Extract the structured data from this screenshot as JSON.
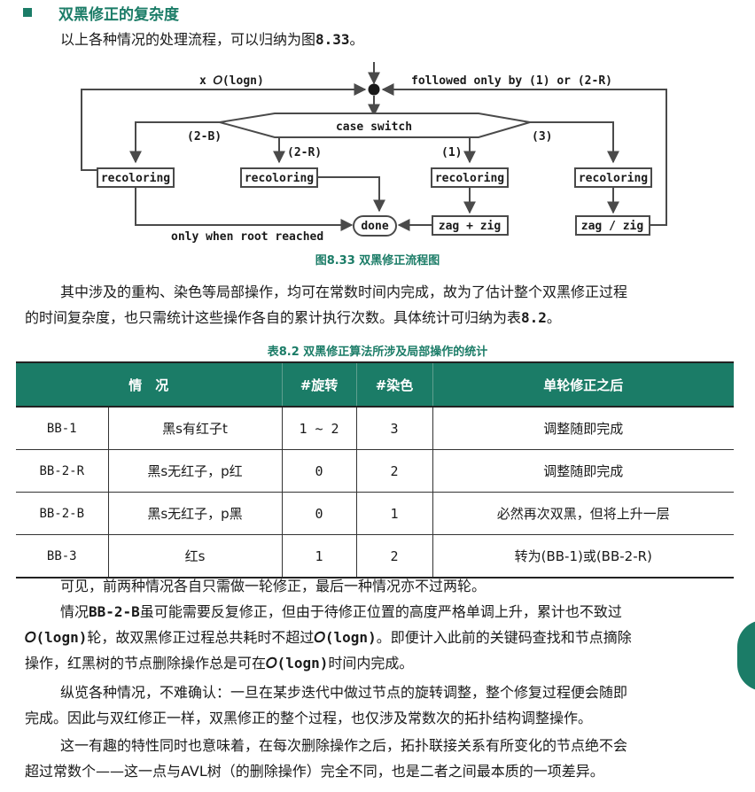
{
  "section": {
    "title": "双黑修正的复杂度"
  },
  "intro": "以上各种情况的处理流程，可以归纳为图",
  "intro_ref": "8.33",
  "intro_end": "。",
  "flowchart": {
    "loop_label": "x 𝑂(logn)",
    "followed_label": "followed only by (1) or (2-R)",
    "switch_label": "case switch",
    "branch_2b": "(2-B)",
    "branch_2r": "(2-R)",
    "branch_1": "(1)",
    "branch_3": "(3)",
    "recolor1": "recoloring",
    "recolor2": "recoloring",
    "recolor3": "recoloring",
    "recolor4": "recoloring",
    "done": "done",
    "zagzig1": "zag + zig",
    "zagzig2": "zag / zig",
    "root_label": "only when root reached"
  },
  "figure_caption": "图8.33 双黑修正流程图",
  "para1_line1": "其中涉及的重构、染色等局部操作，均可在常数时间内完成，故为了估计整个双黑修正过程",
  "para1_line2_pre": "的时间复杂度，也只需统计这些操作各自的累计执行次数。具体统计可归纳为表",
  "para1_ref": "8.2",
  "para1_end": "。",
  "table_caption": "表8.2 双黑修正算法所涉及局部操作的统计",
  "table": {
    "headers": [
      "情　况",
      "#旋转",
      "#染色",
      "单轮修正之后"
    ],
    "rows": [
      {
        "case": "BB-1",
        "desc": "黑s有红子t",
        "rot": "1 ~ 2",
        "color": "3",
        "after": "调整随即完成"
      },
      {
        "case": "BB-2-R",
        "desc": "黑s无红子，p红",
        "rot": "0",
        "color": "2",
        "after": "调整随即完成"
      },
      {
        "case": "BB-2-B",
        "desc": "黑s无红子，p黑",
        "rot": "0",
        "color": "1",
        "after": "必然再次双黑，但将上升一层"
      },
      {
        "case": "BB-3",
        "desc": "红s",
        "rot": "1",
        "color": "2",
        "after": "转为(BB-1)或(BB-2-R)"
      }
    ]
  },
  "p2": "可见，前两种情况各自只需做一轮修正，最后一种情况亦不过两轮。",
  "p3_l1_a": "情况",
  "p3_l1_code": "BB-2-B",
  "p3_l1_b": "虽可能需要反复修正，但由于待修正位置的高度严格单调上升，累计也不致过",
  "p3_l2_code1": "𝑂(logn)",
  "p3_l2_mid": "轮，故双黑修正过程总共耗时不超过",
  "p3_l2_code2": "𝑂(logn)",
  "p3_l2_end": "。即便计入此前的关键码查找和节点摘除",
  "p3_l3_a": "操作，红黑树的节点删除操作总是可在",
  "p3_l3_code": "𝑂(logn)",
  "p3_l3_b": "时间内完成。",
  "p4_l1": "纵览各种情况，不难确认：一旦在某步迭代中做过节点的旋转调整，整个修复过程便会随即",
  "p4_l2": "完成。因此与双红修正一样，双黑修正的整个过程，也仅涉及常数次的拓扑结构调整操作。",
  "p5_l1": "这一有趣的特性同时也意味着，在每次删除操作之后，拓扑联接关系有所变化的节点绝不会",
  "p5_l2": "超过常数个——这一点与AVL树（的删除操作）完全不同，也是二者之间最本质的一项差异。",
  "colors": {
    "accent": "#1b7c67"
  }
}
